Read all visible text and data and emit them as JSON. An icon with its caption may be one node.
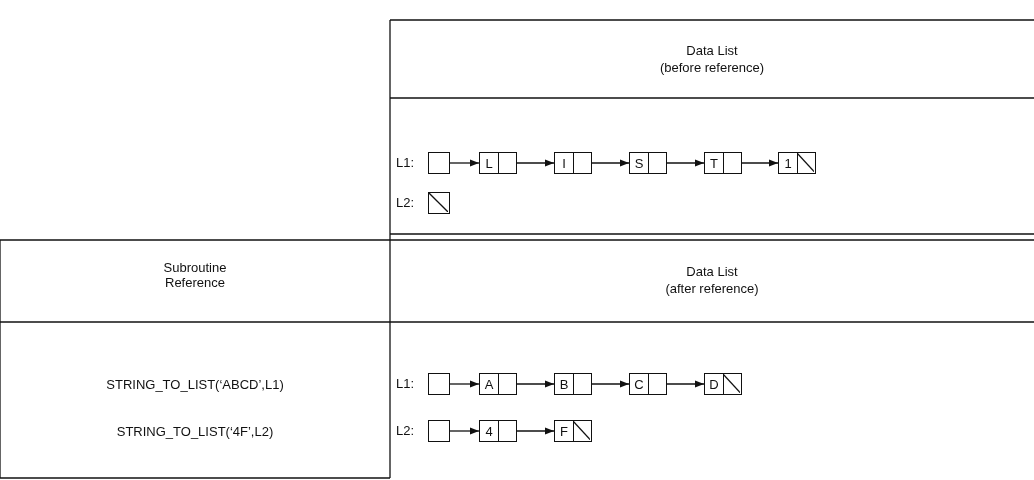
{
  "diagram": {
    "nodes": [
      {
        "text": [],
        "shape": "box"
      },
      {
        "text": [
          "L"
        ]
      },
      {
        "text": [
          "I"
        ]
      },
      {
        "text": [
          "S"
        ]
      },
      {
        "text": [
          "T"
        ]
      },
      {
        "text": [
          "1"
        ]
      },
      {
        "text": [],
        "shape": "box"
      },
      {
        "text": [],
        "shape": "box"
      },
      {
        "text": [
          "A"
        ]
      },
      {
        "text": [
          "B"
        ]
      },
      {
        "text": [
          "C"
        ]
      },
      {
        "text": [
          "D"
        ]
      },
      {
        "text": [],
        "shape": "box"
      },
      {
        "text": [
          "4"
        ]
      },
      {
        "text": [
          "F"
        ]
      }
    ],
    "edges": [
      {
        "from": 0,
        "to": 1,
        "arrow": "to"
      },
      {
        "from": 1,
        "to": 2,
        "arrow": "to"
      },
      {
        "from": 2,
        "to": 3,
        "arrow": "to"
      },
      {
        "from": 3,
        "to": 4,
        "arrow": "to"
      },
      {
        "from": 4,
        "to": 5,
        "arrow": "to"
      },
      {
        "from": 7,
        "to": 8,
        "arrow": "to"
      },
      {
        "from": 8,
        "to": 9,
        "arrow": "to"
      },
      {
        "from": 9,
        "to": 10,
        "arrow": "to"
      },
      {
        "from": 10,
        "to": 11,
        "arrow": "to"
      },
      {
        "from": 12,
        "to": 13,
        "arrow": "to"
      },
      {
        "from": 13,
        "to": 14,
        "arrow": "to"
      }
    ],
    "labels": [
      "Data List",
      "(before reference)",
      "L1:",
      "L2:",
      "Subroutine Reference",
      "Data List",
      "(after reference)",
      "STRING_TO_LIST(‘ABCD’,L1)",
      "L1:",
      "STRING_TO_LIST(‘4F’,L2)",
      "L2:"
    ]
  }
}
